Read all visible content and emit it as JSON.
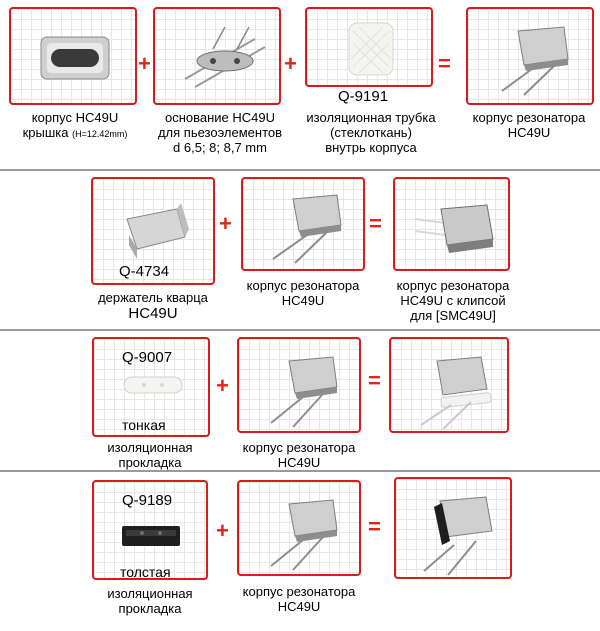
{
  "row1": {
    "cap1_l1": "корпус HC49U",
    "cap1_l2a": "крышка",
    "cap1_l2b": "(H=12.42mm)",
    "cap2_l1": "основание HC49U",
    "cap2_l2": "для пьезоэлементов",
    "cap2_l3": "d 6,5; 8; 8,7 mm",
    "code3": "Q-9191",
    "cap3_l1": "изоляционная трубка",
    "cap3_l2": "(стеклоткань)",
    "cap3_l3": "внутрь корпуса",
    "cap4_l1": "корпус резонатора",
    "cap4_l2": "HC49U"
  },
  "row2": {
    "code1": "Q-4734",
    "cap1_l1": "держатель кварца",
    "cap1_l2": "HC49U",
    "cap2_l1": "корпус резонатора",
    "cap2_l2": "HC49U",
    "cap3_l1": "корпус резонатора",
    "cap3_l2": "HC49U с клипсой",
    "cap3_l3": "для [SMC49U]"
  },
  "row3": {
    "code1": "Q-9007",
    "thin1": "тонкая",
    "cap1_l1": "изоляционная",
    "cap1_l2": "прокладка",
    "cap2_l1": "корпус резонатора",
    "cap2_l2": "HC49U"
  },
  "row4": {
    "code1": "Q-9189",
    "thin1": "толстая",
    "cap1_l1": "изоляционная",
    "cap1_l2": "прокладка",
    "cap2_l1": "корпус резонатора",
    "cap2_l2": "HC49U"
  },
  "symbols": {
    "plus": "+",
    "equals": "="
  }
}
